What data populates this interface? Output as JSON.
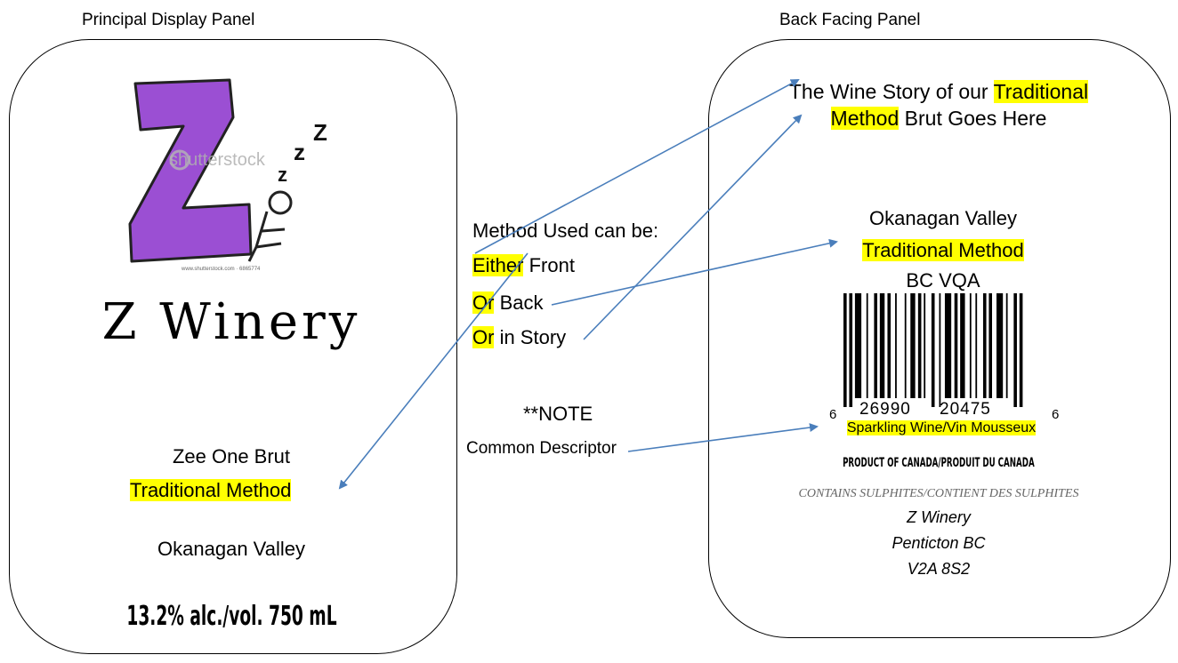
{
  "front": {
    "title": "Principal Display Panel",
    "logo": {
      "letter": "Z",
      "zzz": [
        "z",
        "z",
        "Z"
      ],
      "watermark": "shutterstock",
      "stock_id": "www.shutterstock.com · 6865774"
    },
    "winery_name": "Z Winery",
    "product_name": "Zee One Brut",
    "method": "Traditional Method",
    "region": "Okanagan Valley",
    "alcohol_volume": "13.2% alc./vol. 750 mL"
  },
  "middle": {
    "heading": "Method Used can be:",
    "options": [
      {
        "keyword": "Either",
        "rest": " Front"
      },
      {
        "keyword": "Or",
        "rest": " Back"
      },
      {
        "keyword": "Or",
        "rest": " in Story"
      }
    ],
    "note_title": "**NOTE",
    "note_text": "Common Descriptor"
  },
  "back": {
    "title": "Back Facing Panel",
    "story": {
      "part1": "The Wine Story of our ",
      "hl1": "Traditional",
      "hl2": "Method",
      "part2": " Brut Goes Here"
    },
    "region": "Okanagan Valley",
    "method": "Traditional Method",
    "vqa": "BC VQA",
    "barcode_digits": {
      "left": "6",
      "group1": "26990",
      "group2": "20475",
      "right": "6"
    },
    "descriptor": "Sparkling Wine/Vin Mousseux",
    "product_of": "PRODUCT OF CANADA/PRODUIT DU CANADA",
    "sulphites": "CONTAINS SULPHITES/CONTIENT DES SULPHITES",
    "winery": "Z Winery",
    "city": "Penticton BC",
    "postal": "V2A 8S2"
  },
  "colors": {
    "highlight": "#ffff00",
    "arrow": "#4a7ebb",
    "logo_purple": "#9b4fd3"
  }
}
